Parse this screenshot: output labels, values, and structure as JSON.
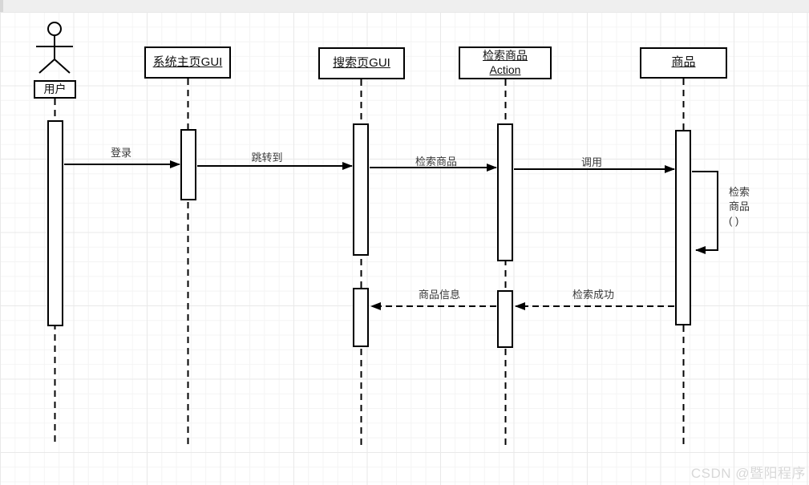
{
  "diagram": {
    "actor_label": "用户",
    "lifelines": [
      {
        "label": "系统主页GUI"
      },
      {
        "label": "搜索页GUI"
      },
      {
        "line1": "检索商品",
        "line2": "Action"
      },
      {
        "label": "商品"
      }
    ],
    "messages": {
      "login": "登录",
      "jump_to": "跳转到",
      "retrieve_product": "检索商品",
      "invoke": "调用",
      "self_call": {
        "line1": "检索",
        "line2": "商品",
        "line3": "( )"
      },
      "product_info": "商品信息",
      "retrieve_success": "检索成功"
    }
  },
  "watermark": "CSDN @暨阳程序",
  "colors": {
    "line": "#000000",
    "grid_minor": "#f4f4f4",
    "grid_major": "#e9e9e9",
    "topbar": "#efefef",
    "watermark": "#d8d8d8"
  }
}
